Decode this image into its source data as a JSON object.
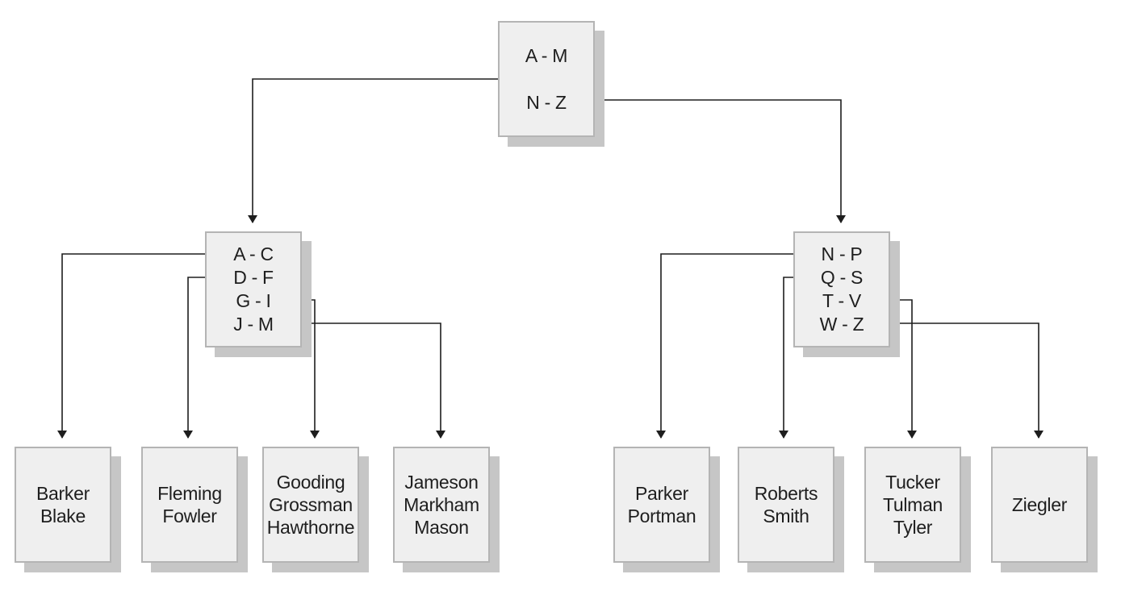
{
  "root": {
    "ranges": [
      "A - M",
      "N - Z"
    ]
  },
  "left_branch": {
    "ranges": [
      "A - C",
      "D - F",
      "G - I",
      "J - M"
    ],
    "leaves": [
      {
        "names": [
          "Barker",
          "Blake"
        ]
      },
      {
        "names": [
          "Fleming",
          "Fowler"
        ]
      },
      {
        "names": [
          "Gooding",
          "Grossman",
          "Hawthorne"
        ]
      },
      {
        "names": [
          "Jameson",
          "Markham",
          "Mason"
        ]
      }
    ]
  },
  "right_branch": {
    "ranges": [
      "N - P",
      "Q - S",
      "T - V",
      "W - Z"
    ],
    "leaves": [
      {
        "names": [
          "Parker",
          "Portman"
        ]
      },
      {
        "names": [
          "Roberts",
          "Smith"
        ]
      },
      {
        "names": [
          "Tucker",
          "Tulman",
          "Tyler"
        ]
      },
      {
        "names": [
          "Ziegler"
        ]
      }
    ]
  },
  "colors": {
    "node_fill": "#efefef",
    "node_border": "#b4b4b4",
    "node_shadow": "#c6c6c6",
    "line": "#1e1e1e"
  }
}
